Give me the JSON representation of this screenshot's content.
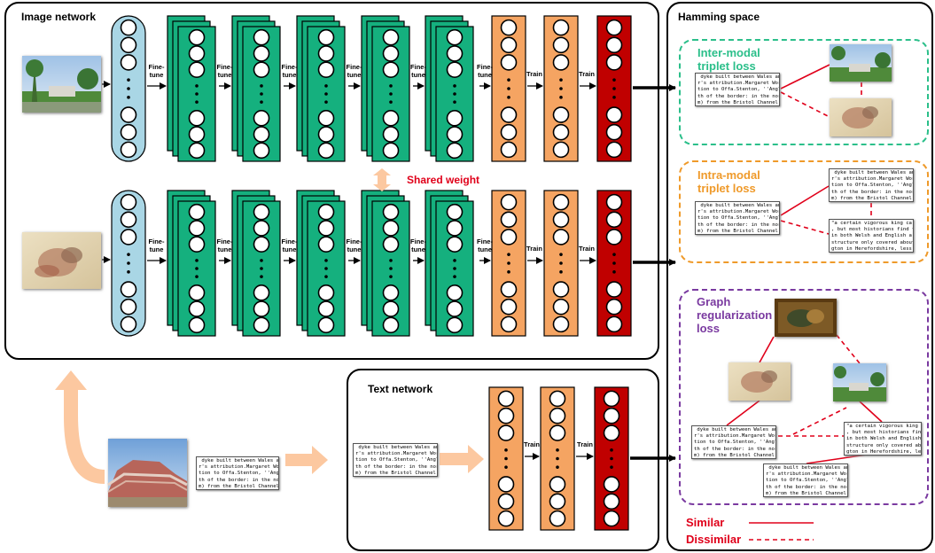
{
  "image_network": {
    "title": "Image network",
    "finetune_label": "Fine-\ntune",
    "train_label": "Train",
    "shared_weight": "Shared weight"
  },
  "text_network": {
    "title": "Text network",
    "train_label": "Train"
  },
  "hamming": {
    "title": "Hamming space",
    "inter_modal": "Inter-modal\ntriplet loss",
    "intra_modal": "Intra-modal\ntriplet loss",
    "graph_reg": "Graph\nregularization\nloss",
    "legend_similar": "Similar",
    "legend_dissimilar": "Dissimilar"
  },
  "text_snippet_a": " dyke built between Wales an\nr's attribution.Margaret Wor\ntion to Offa.Stenton, ''Angl\nth of the border: in the nor\nm) from the Bristol Channel.",
  "text_snippet_b": "\"a certain vigorous king ca\n, but most historians find t\nin both Welsh and English a\nstructure only covered about\ngton in Herefordshire, less\nh Wat's Dyke is one of the",
  "colors": {
    "input_layer": "#a9d6e5",
    "conv_layer": "#15b07e",
    "fc_layer": "#f5a462",
    "hash_layer": "#c00000",
    "inter_modal": "#2bbf8a",
    "intra_modal": "#ef9a2a",
    "graph_reg": "#7a3aa0",
    "relation": "#e0001a",
    "flow_arrow": "#fcc8a0"
  },
  "icons": [
    "landscape-photo",
    "painting-photo",
    "desert-photo",
    "framed-painting-photo"
  ]
}
